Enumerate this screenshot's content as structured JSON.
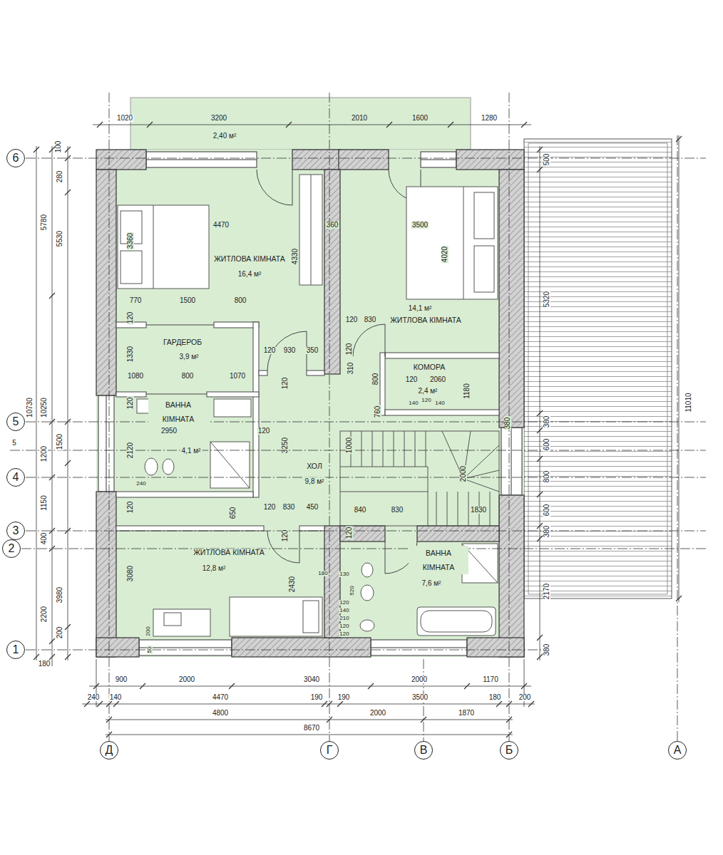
{
  "diagram": {
    "nodes": [
      {
        "text": [
          "2,40 м²"
        ]
      },
      {
        "text": [
          "ЖИТЛОВА КІМНАТА",
          "16,4 м²"
        ]
      },
      {
        "text": [
          "ЖИТЛОВА КІМНАТА",
          "14,1 м²"
        ]
      },
      {
        "text": [
          "ГАРДЕРОБ",
          "3,9 м²"
        ]
      },
      {
        "text": [
          "КОМОРА",
          "2,4 м²"
        ]
      },
      {
        "text": [
          "ВАННА КІМНАТА",
          "4,1 м²"
        ]
      },
      {
        "text": [
          "ХОЛ",
          "9,8 м²"
        ]
      },
      {
        "text": [
          "ЖИТЛОВА КІМНАТА",
          "12,8 м²"
        ]
      },
      {
        "text": [
          "ВАННА КІМНАТА",
          "7,6 м²"
        ]
      },
      {
        "text": [
          "6"
        ]
      },
      {
        "text": [
          "5"
        ]
      },
      {
        "text": [
          "4"
        ]
      },
      {
        "text": [
          "3"
        ]
      },
      {
        "text": [
          "2"
        ]
      },
      {
        "text": [
          "1"
        ]
      },
      {
        "text": [
          "Д"
        ]
      },
      {
        "text": [
          "Г"
        ]
      },
      {
        "text": [
          "В"
        ]
      },
      {
        "text": [
          "Б"
        ]
      },
      {
        "text": [
          "А"
        ]
      }
    ],
    "labels": [
      "1020",
      "3200",
      "2010",
      "1600",
      "1280",
      "100",
      "280",
      "5780",
      "5530",
      "10730",
      "10250",
      "1500",
      "1200",
      "1150",
      "400",
      "3980",
      "2200",
      "200",
      "180",
      "500",
      "5320",
      "380",
      "600",
      "800",
      "600",
      "380",
      "2170",
      "380",
      "11010",
      "3360",
      "4470",
      "4330",
      "360",
      "770",
      "1500",
      "800",
      "120",
      "3500",
      "4020",
      "120",
      "830",
      "1330",
      "1080",
      "800",
      "1070",
      "120",
      "930",
      "350",
      "120",
      "120",
      "310",
      "800",
      "120",
      "2060",
      "1180",
      "140",
      "120",
      "140",
      "380",
      "760",
      "120",
      "2950",
      "120",
      "2120",
      "240",
      "120",
      "650",
      "3250",
      "1000",
      "2000",
      "120",
      "830",
      "450",
      "840",
      "830",
      "1830",
      "120",
      "120",
      "3080",
      "2430",
      "200",
      "50",
      "180",
      "130",
      "520",
      "120",
      "140",
      "210",
      "120",
      "120",
      "900",
      "2000",
      "3040",
      "2000",
      "1170",
      "240",
      "140",
      "4470",
      "190",
      "190",
      "3500",
      "180",
      "200",
      "4800",
      "2000",
      "1870",
      "8670",
      "5"
    ]
  }
}
